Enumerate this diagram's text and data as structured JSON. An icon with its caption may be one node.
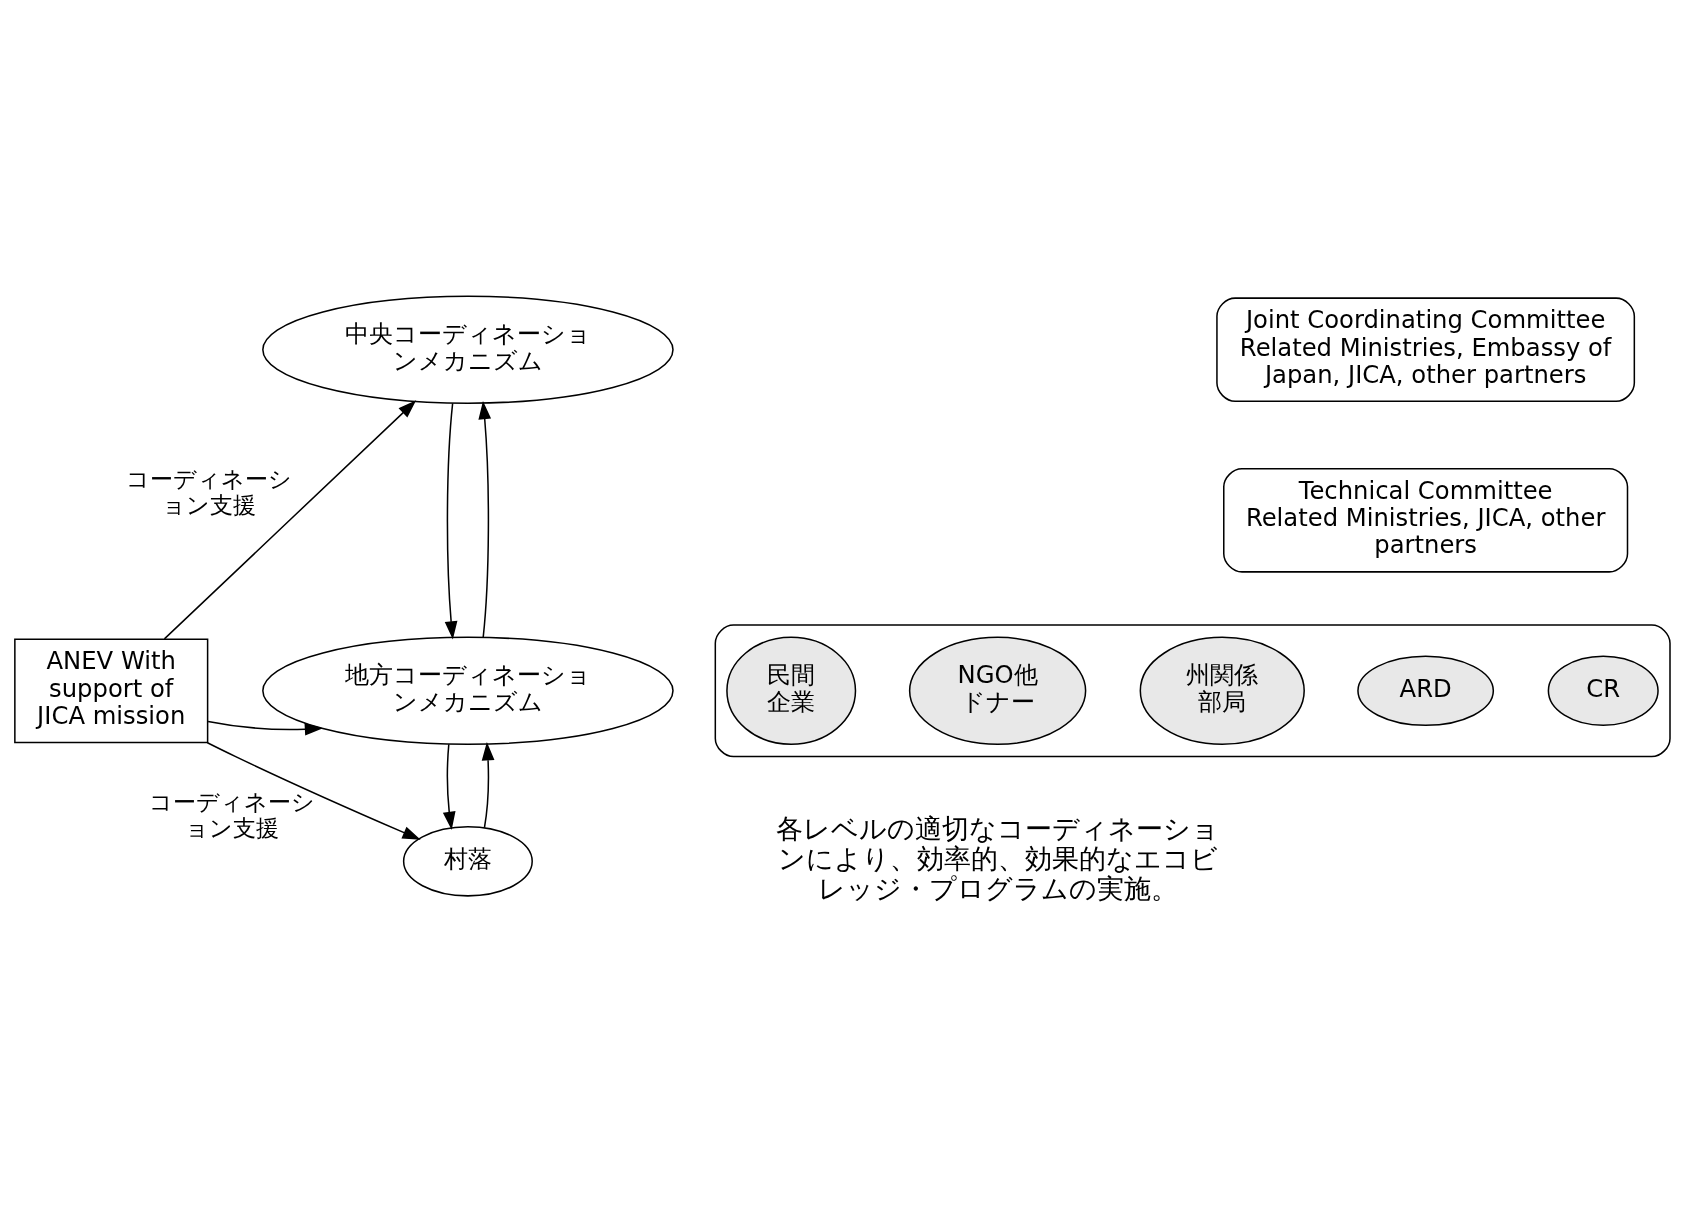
{
  "diagram": {
    "nodes": [
      {
        "text": [
          "中央コーディネーションメカニズム"
        ]
      },
      {
        "text": [
          "Joint Coordinating Committee",
          "Related Ministries, Embassy of Japan, JICA, other partners"
        ]
      },
      {
        "text": [
          "Technical Committee",
          "Related Ministries, JICA, other partners"
        ]
      },
      {
        "text": [
          "ANEV With support of JICA mission"
        ]
      },
      {
        "text": [
          "地方コーディネーションメカニズム"
        ]
      },
      {
        "text": [],
        "shape": "box"
      },
      {
        "text": [
          "州関係部局"
        ],
        "in": 5
      },
      {
        "text": [
          "ARD"
        ],
        "in": 5
      },
      {
        "text": [
          "CR"
        ],
        "in": 5
      },
      {
        "text": [
          "NGO他ドナー"
        ],
        "in": 5
      },
      {
        "text": [
          "民間企業"
        ],
        "in": 5
      },
      {
        "text": [
          "村落"
        ]
      }
    ],
    "edges": [
      {
        "from": 3,
        "to": 0,
        "arrow": "to",
        "label": "コーディネーション支援"
      },
      {
        "from": 3,
        "to": 4,
        "arrow": "to"
      },
      {
        "from": 3,
        "to": 11,
        "arrow": "to",
        "label": "コーディネーション支援"
      },
      {
        "from": 0,
        "to": 4,
        "arrow": "to"
      },
      {
        "from": 4,
        "to": 0,
        "arrow": "to"
      },
      {
        "from": 4,
        "to": 11,
        "arrow": "to"
      },
      {
        "from": 11,
        "to": 4,
        "arrow": "to"
      }
    ],
    "labels": [
      "各レベルの適切なコーディネーションにより、効率的、効果的なエコビレッジ・プログラムの実施。"
    ]
  }
}
